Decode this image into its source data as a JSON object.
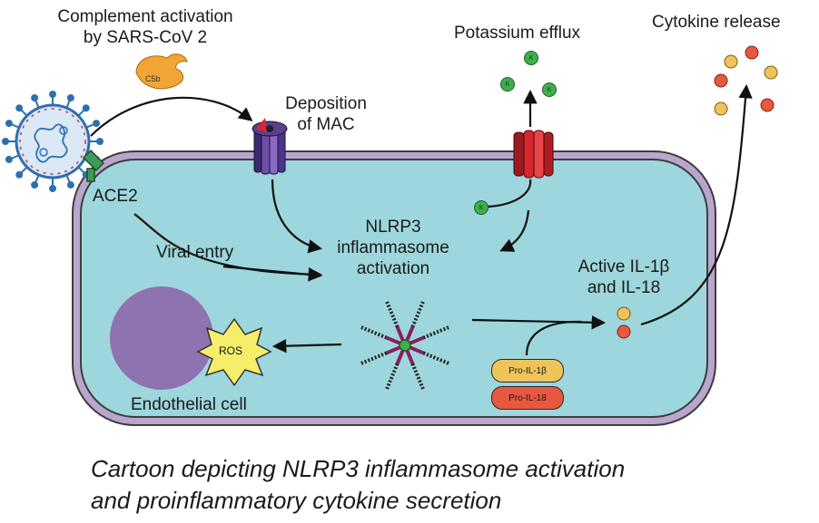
{
  "labels": {
    "complement": "Complement activation\nby SARS-CoV 2",
    "potassium": "Potassium efflux",
    "cytokine": "Cytokine release",
    "deposition": "Deposition\nof MAC",
    "ace2": "ACE2",
    "viral_entry": "Viral entry",
    "nlrp3": "NLRP3\ninflammasome\nactivation",
    "active_il": "Active IL-1β\nand IL-18",
    "endothelial": "Endothelial cell",
    "ros": "ROS",
    "c5b": "C5b",
    "k": "K",
    "pro_il1b": "Pro-IL-1β",
    "pro_il18": "Pro-IL-18"
  },
  "caption": "Cartoon depicting NLRP3 inflammasome activation\nand proinflammatory cytokine secretion",
  "colors": {
    "cell_fill": "#9dd6dc",
    "membrane": "#b9a6cc",
    "nucleus": "#8f72b0",
    "ros": "#f6ee6a",
    "potassium": "#3fae4c",
    "cytokine_yellow": "#eec45a",
    "cytokine_red": "#e8573f",
    "channel_red": "#d9262e",
    "mac_purple": "#5a3f8a",
    "virus_blue": "#2e6fb0",
    "ace2_green": "#3d9a58",
    "c5b_orange": "#f0a535"
  }
}
